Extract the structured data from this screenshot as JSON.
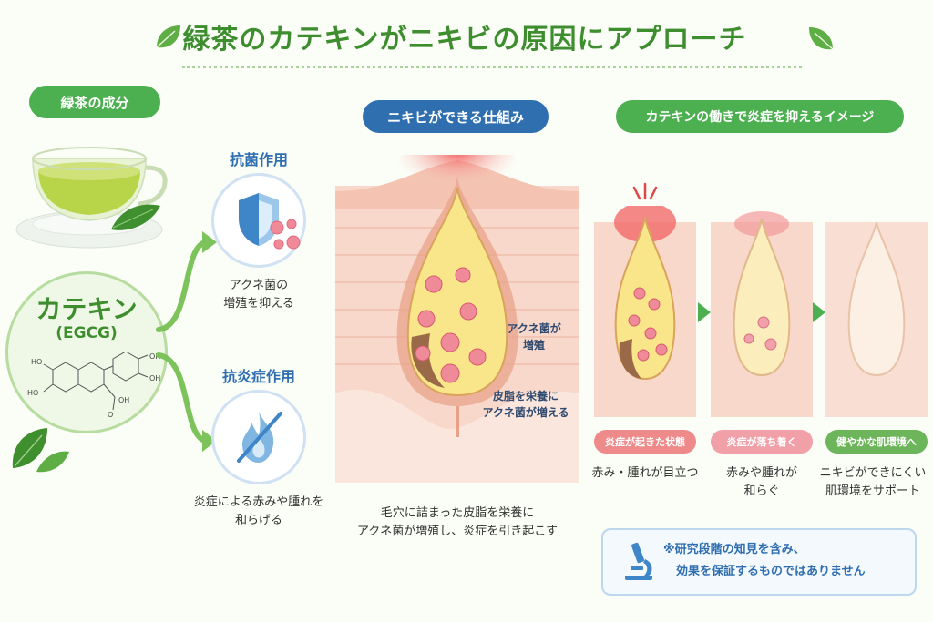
{
  "title": "緑茶のカテキンがニキビの原因にアプローチ",
  "left": {
    "section_label": "緑茶の成分",
    "catechin_name": "カテキン",
    "catechin_abbr": "(EGCG)"
  },
  "effects": {
    "antibacterial": {
      "heading": "抗菌作用",
      "desc_line1": "アクネ菌の",
      "desc_line2": "増殖を抑える"
    },
    "antiinflammatory": {
      "heading": "抗炎症作用",
      "desc_line1": "炎症による赤みや腫れを",
      "desc_line2": "和らげる"
    }
  },
  "mechanism": {
    "label": "ニキビができる仕組み",
    "annotation1_line1": "アクネ菌が",
    "annotation1_line2": "増殖",
    "annotation2_line1": "皮脂を栄養に",
    "annotation2_line2": "アクネ菌が増える",
    "caption_line1": "毛穴に詰まった皮脂を栄養に",
    "caption_line2": "アクネ菌が増殖し、炎症を引き起こす"
  },
  "process": {
    "label": "カテキンの働きで炎症を抑えるイメージ",
    "stages": [
      {
        "tag": "炎症が起きた状態",
        "desc_line1": "赤み・腫れが目立つ",
        "desc_line2": "",
        "color": "#ef8a8a"
      },
      {
        "tag": "炎症が落ち着く",
        "desc_line1": "赤みや腫れが",
        "desc_line2": "和らぐ",
        "color": "#f2a0a8"
      },
      {
        "tag": "健やかな肌環境へ",
        "desc_line1": "ニキビができにくい",
        "desc_line2": "肌環境をサポート",
        "color": "#6cb55a"
      }
    ]
  },
  "note": {
    "line1": "※研究段階の知見を含み、",
    "line2": "効果を保証するものではありません"
  },
  "colors": {
    "green": "#4caf50",
    "green_dark": "#3e8e2f",
    "blue": "#2f6fb0",
    "skin": "#f7d3c4",
    "skin_dark": "#eeb8a5",
    "inflamed": "#f26a6a"
  }
}
